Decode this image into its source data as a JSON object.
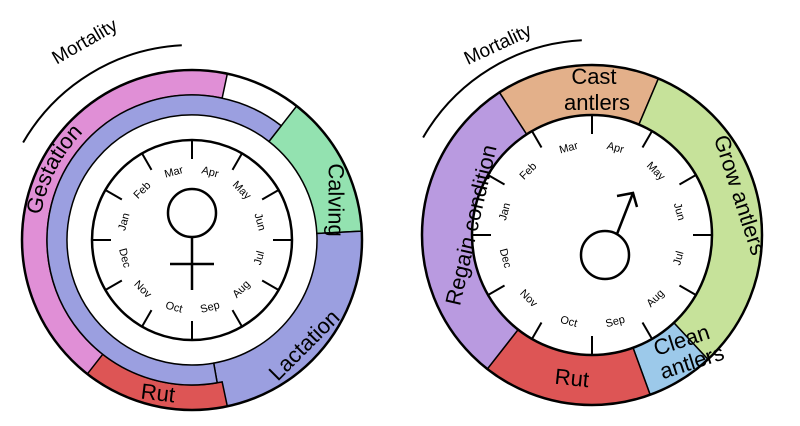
{
  "months": [
    "Jan",
    "Feb",
    "Mar",
    "Apr",
    "May",
    "Jun",
    "Jul",
    "Aug",
    "Sep",
    "Oct",
    "Nov",
    "Dec"
  ],
  "mortality_label": "Mortality",
  "colors": {
    "gestation": "#e08fd6",
    "gestation_inner": "#9b9fe0",
    "calving": "#93e2b0",
    "lactation": "#9b9fe0",
    "rut": "#dd5555",
    "cast_antlers": "#e3b08a",
    "grow_antlers": "#c6e29a",
    "clean_antlers": "#9cc9ea",
    "regain_condition": "#b99ae0",
    "outline": "#000000",
    "face": "#ffffff"
  },
  "female": {
    "symbol": "♀",
    "phases": [
      {
        "id": "gestation",
        "label": "Gestation"
      },
      {
        "id": "calving",
        "label": "Calving"
      },
      {
        "id": "lactation",
        "label": "Lactation"
      },
      {
        "id": "rut",
        "label": "Rut"
      }
    ]
  },
  "male": {
    "symbol": "♂",
    "phases": [
      {
        "id": "cast_antlers",
        "label_lines": [
          "Cast",
          "antlers"
        ]
      },
      {
        "id": "grow_antlers",
        "label": "Grow antlers"
      },
      {
        "id": "clean_antlers",
        "label_lines": [
          "Clean",
          "antlers"
        ]
      },
      {
        "id": "rut",
        "label": "Rut"
      },
      {
        "id": "regain_condition",
        "label": "Regain condition"
      }
    ]
  }
}
